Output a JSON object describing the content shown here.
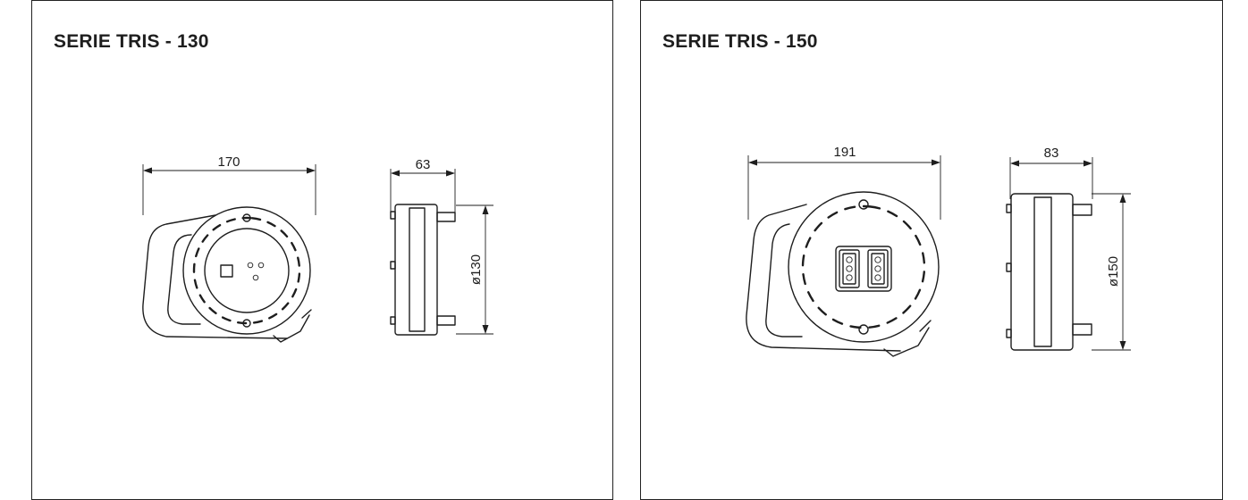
{
  "panels": [
    {
      "title": "SERIE TRIS - 130",
      "front_width": "170",
      "side_depth": "63",
      "diameter": "ø130"
    },
    {
      "title": "SERIE TRIS - 150",
      "front_width": "191",
      "side_depth": "83",
      "diameter": "ø150"
    }
  ]
}
